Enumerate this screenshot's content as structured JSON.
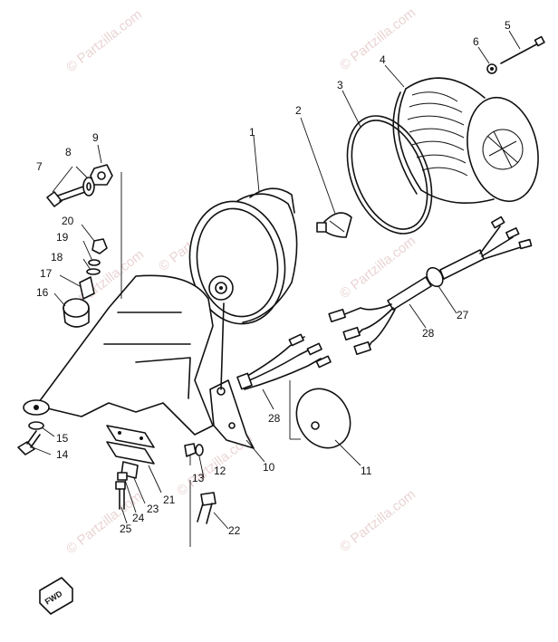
{
  "watermark": {
    "text": "© Partzilla.com",
    "color": "#d9b0b0"
  },
  "direction_marker": {
    "label": "FWD"
  },
  "callouts": [
    "1",
    "2",
    "3",
    "4",
    "5",
    "6",
    "7",
    "8",
    "9",
    "10",
    "11",
    "12",
    "13",
    "14",
    "15",
    "16",
    "17",
    "18",
    "19",
    "20",
    "21",
    "22",
    "23",
    "24",
    "25",
    "27",
    "28",
    "28"
  ]
}
